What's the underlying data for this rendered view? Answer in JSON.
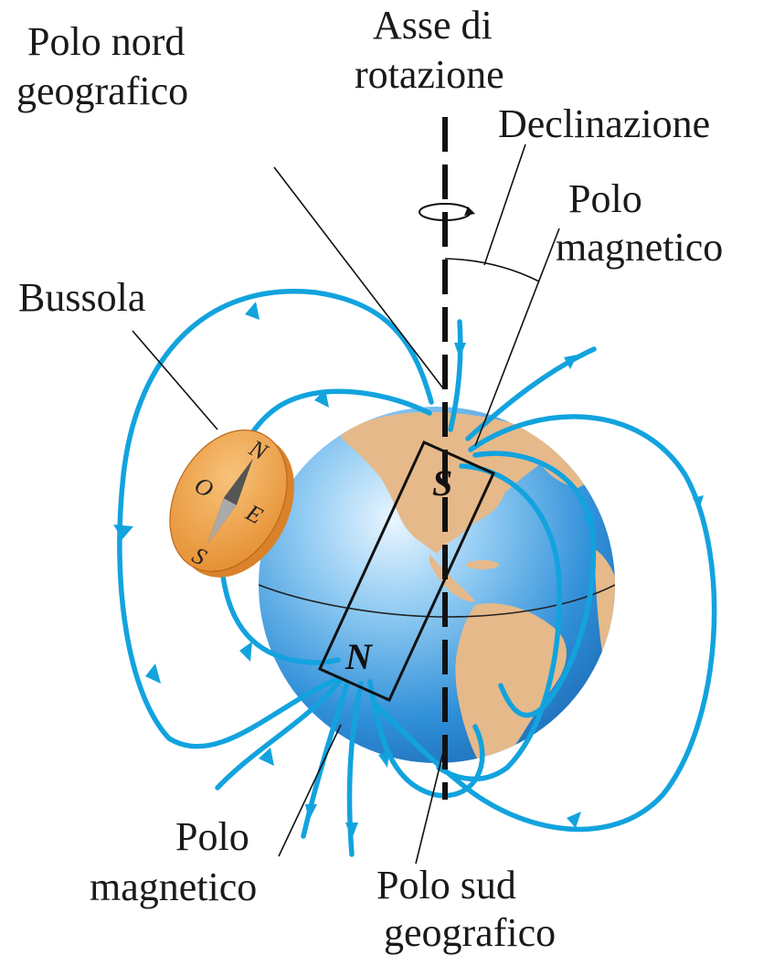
{
  "labels": {
    "north_geo_line1": "Polo nord",
    "north_geo_line2": "geografico",
    "axis_line1": "Asse di",
    "axis_line2": "rotazione",
    "declination": "Declinazione",
    "mag_pole_top_line1": "Polo",
    "mag_pole_top_line2": "magnetico",
    "compass": "Bussola",
    "mag_pole_bottom_line1": "Polo",
    "mag_pole_bottom_line2": "magnetico",
    "south_geo_line1": "Polo sud",
    "south_geo_line2": "geografico"
  },
  "magnet": {
    "top_pole": "S",
    "bottom_pole": "N"
  },
  "compass": {
    "n": "N",
    "e": "E",
    "s": "S",
    "o": "O"
  },
  "colors": {
    "field_lines": "#12a3de",
    "ocean": "#2f8fd8",
    "land": "#e6b98a",
    "compass_body": "#f0a24a"
  }
}
